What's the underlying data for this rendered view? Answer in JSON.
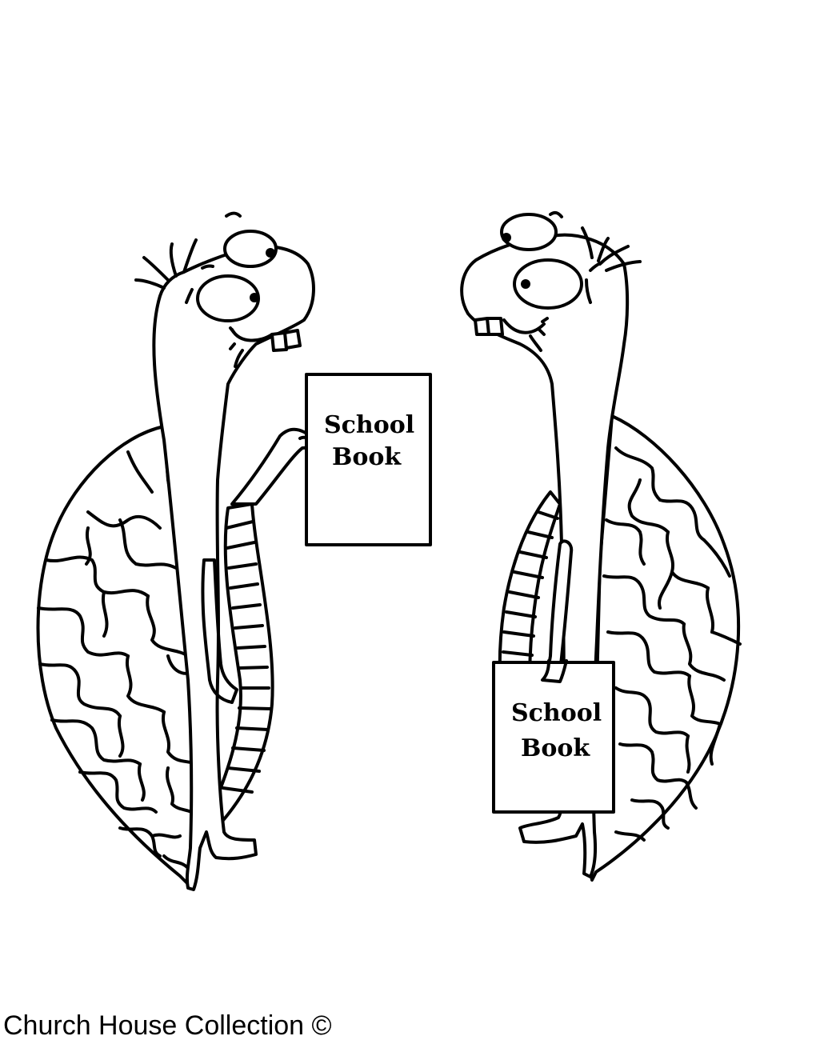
{
  "left_turtle": {
    "book": {
      "line1": "School",
      "line2": "Book"
    }
  },
  "right_turtle": {
    "book": {
      "line1": "School",
      "line2": "Book"
    }
  },
  "credit": "Church House Collection ©"
}
